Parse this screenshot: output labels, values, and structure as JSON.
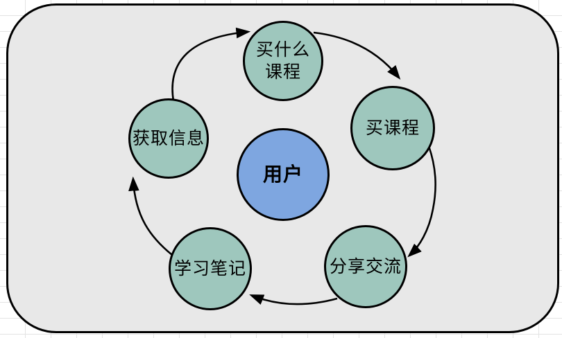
{
  "diagram": {
    "title": "user-course-cycle",
    "center": {
      "label": "用户"
    },
    "nodes": [
      {
        "id": "what-course",
        "label_line1": "买什么",
        "label_line2": "课程"
      },
      {
        "id": "buy-course",
        "label": "买课程"
      },
      {
        "id": "share-exchange",
        "label": "分享交流"
      },
      {
        "id": "study-notes",
        "label": "学习笔记"
      },
      {
        "id": "get-info",
        "label": "获取信息"
      }
    ],
    "flow_cycle": [
      "获取信息",
      "买什么课程",
      "买课程",
      "分享交流",
      "学习笔记"
    ],
    "colors": {
      "panel_fill": "#e8e8e8",
      "node_fill": "#9ec7bd",
      "center_fill": "#7ea6e0",
      "stroke": "#000000"
    }
  }
}
